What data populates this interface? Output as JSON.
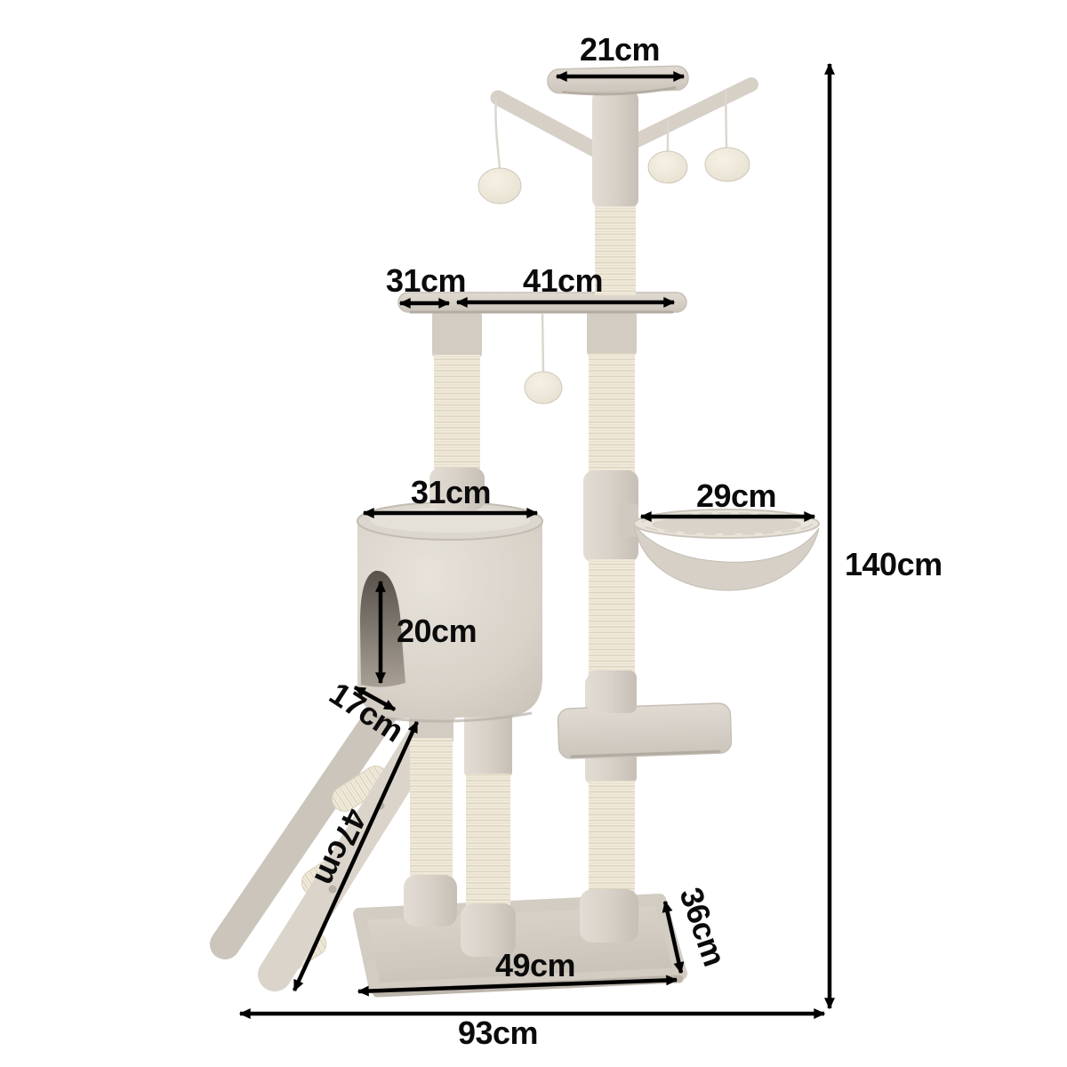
{
  "figure": {
    "background_color": "#ffffff",
    "arrow_color": "#000000",
    "label_color": "#0b0b0b",
    "plush_color": "#d7d1c8",
    "sisal_color": "#f2ecde",
    "labels": {
      "top_platform_width": "21cm",
      "mid_platform_left": "31cm",
      "mid_platform_right": "41cm",
      "condo_top_width": "31cm",
      "basket_width": "29cm",
      "entrance_height": "20cm",
      "entrance_depth": "17cm",
      "ladder_length": "47cm",
      "total_height": "140cm",
      "base_depth": "36cm",
      "base_front_width": "49cm",
      "overall_width": "93cm"
    }
  }
}
